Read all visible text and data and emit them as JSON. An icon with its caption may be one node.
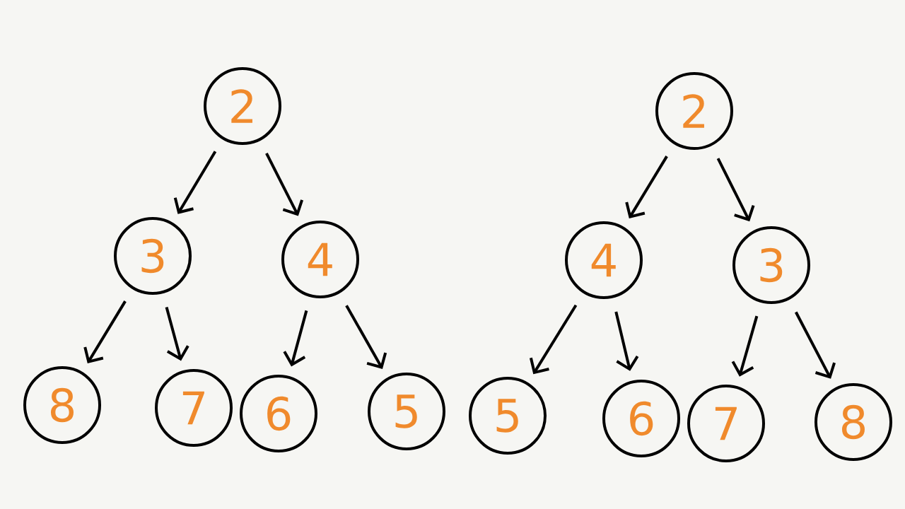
{
  "diagram": {
    "nodes": [
      {
        "text": [
          "2"
        ]
      },
      {
        "text": [
          "3"
        ]
      },
      {
        "text": [
          "4"
        ]
      },
      {
        "text": [
          "8"
        ]
      },
      {
        "text": [
          "7"
        ]
      },
      {
        "text": [
          "6"
        ]
      },
      {
        "text": [
          "5"
        ]
      },
      {
        "text": [
          "2"
        ]
      },
      {
        "text": [
          "4"
        ]
      },
      {
        "text": [
          "3"
        ]
      },
      {
        "text": [
          "5"
        ]
      },
      {
        "text": [
          "6"
        ]
      },
      {
        "text": [
          "7"
        ]
      },
      {
        "text": [
          "8"
        ]
      }
    ],
    "edges": [
      {
        "from": 0,
        "to": 1,
        "arrow": "to"
      },
      {
        "from": 0,
        "to": 2,
        "arrow": "to"
      },
      {
        "from": 1,
        "to": 3,
        "arrow": "to"
      },
      {
        "from": 1,
        "to": 4,
        "arrow": "to"
      },
      {
        "from": 2,
        "to": 5,
        "arrow": "to"
      },
      {
        "from": 2,
        "to": 6,
        "arrow": "to"
      },
      {
        "from": 7,
        "to": 8,
        "arrow": "to"
      },
      {
        "from": 7,
        "to": 9,
        "arrow": "to"
      },
      {
        "from": 8,
        "to": 10,
        "arrow": "to"
      },
      {
        "from": 8,
        "to": 11,
        "arrow": "to"
      },
      {
        "from": 9,
        "to": 12,
        "arrow": "to"
      },
      {
        "from": 9,
        "to": 13,
        "arrow": "to"
      }
    ]
  }
}
